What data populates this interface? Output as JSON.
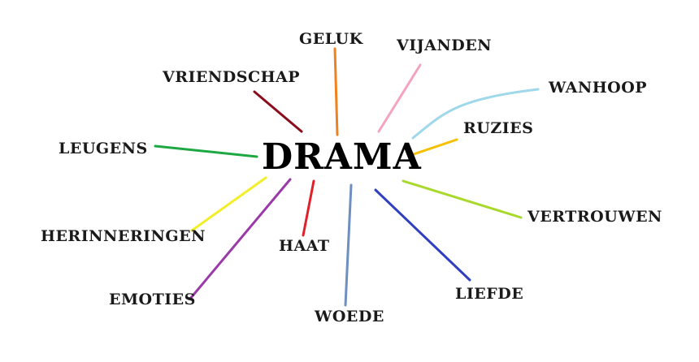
{
  "center": {
    "label": "DRAMA"
  },
  "branches": [
    {
      "label": "GELUK",
      "color": "#f0821e"
    },
    {
      "label": "VIJANDEN",
      "color": "#f4a3c0"
    },
    {
      "label": "WANHOOP",
      "color": "#9fd8ea"
    },
    {
      "label": "RUZIES",
      "color": "#f5c000"
    },
    {
      "label": "VERTROUWEN",
      "color": "#a8d92c"
    },
    {
      "label": "LIEFDE",
      "color": "#2f3fc0"
    },
    {
      "label": "WOEDE",
      "color": "#6e8fbf"
    },
    {
      "label": "HAAT",
      "color": "#e0202a"
    },
    {
      "label": "EMOTIES",
      "color": "#9a3aa8"
    },
    {
      "label": "HERINNERINGEN",
      "color": "#f2ee2a"
    },
    {
      "label": "LEUGENS",
      "color": "#1ea843"
    },
    {
      "label": "VRIENDSCHAP",
      "color": "#8a0d1e"
    }
  ]
}
